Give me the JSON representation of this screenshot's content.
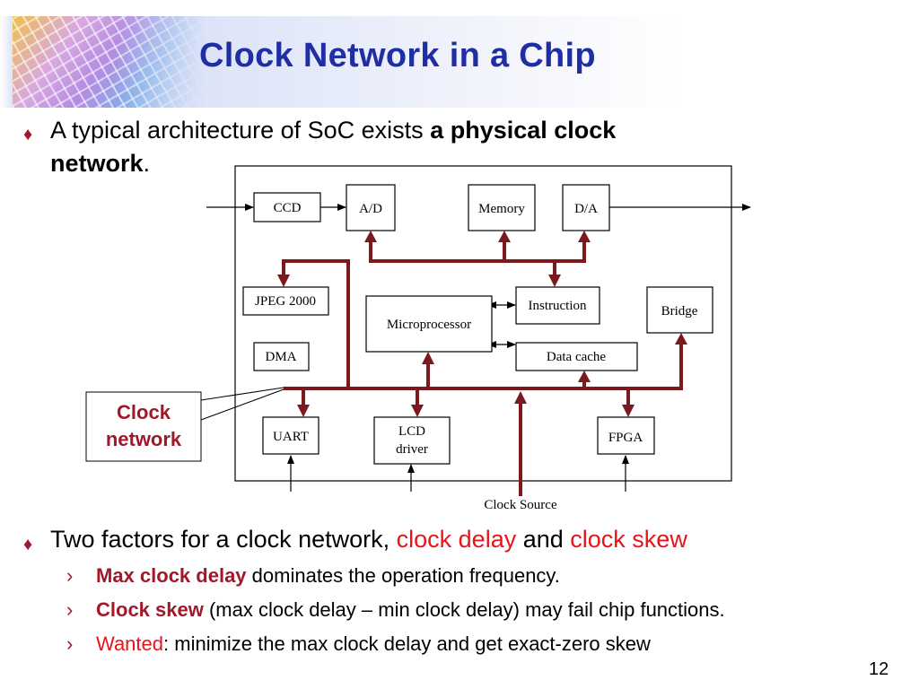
{
  "slide": {
    "title": "Clock Network in a Chip",
    "page_number": "12"
  },
  "bullets": [
    {
      "marker": "♦",
      "line1_text": "A typical architecture of SoC exists ",
      "line1_bold": "a physical clock",
      "line2_bold": "network",
      "line2_tail": "."
    },
    {
      "marker": "♦",
      "text": "Two factors for a clock network, ",
      "term1": "clock delay",
      "joiner": " and ",
      "term2": "clock skew"
    }
  ],
  "sub_bullets": [
    {
      "marker": "›",
      "lead": "Max clock delay",
      "rest": " dominates the operation frequency."
    },
    {
      "marker": "›",
      "lead": "Clock skew",
      "rest": " (max clock delay – min clock delay) may fail chip functions."
    },
    {
      "marker": "›",
      "lead": "Wanted",
      "rest": ": minimize the max clock delay and get exact-zero skew"
    }
  ],
  "diagram": {
    "blocks": {
      "ccd": "CCD",
      "ad": "A/D",
      "memory": "Memory",
      "da": "D/A",
      "jpeg": "JPEG 2000",
      "microprocessor": "Microprocessor",
      "instruction": "Instruction",
      "bridge": "Bridge",
      "dma": "DMA",
      "data_cache": "Data cache",
      "uart": "UART",
      "lcd_line1": "LCD",
      "lcd_line2": "driver",
      "fpga": "FPGA"
    },
    "callout_line1": "Clock",
    "callout_line2": "network",
    "clock_source": "Clock Source"
  },
  "colors": {
    "title": "#1f2fa3",
    "clock_wire": "#7a1a1e",
    "highlight_red": "#e8141a",
    "accent_darkred": "#a0192a"
  }
}
